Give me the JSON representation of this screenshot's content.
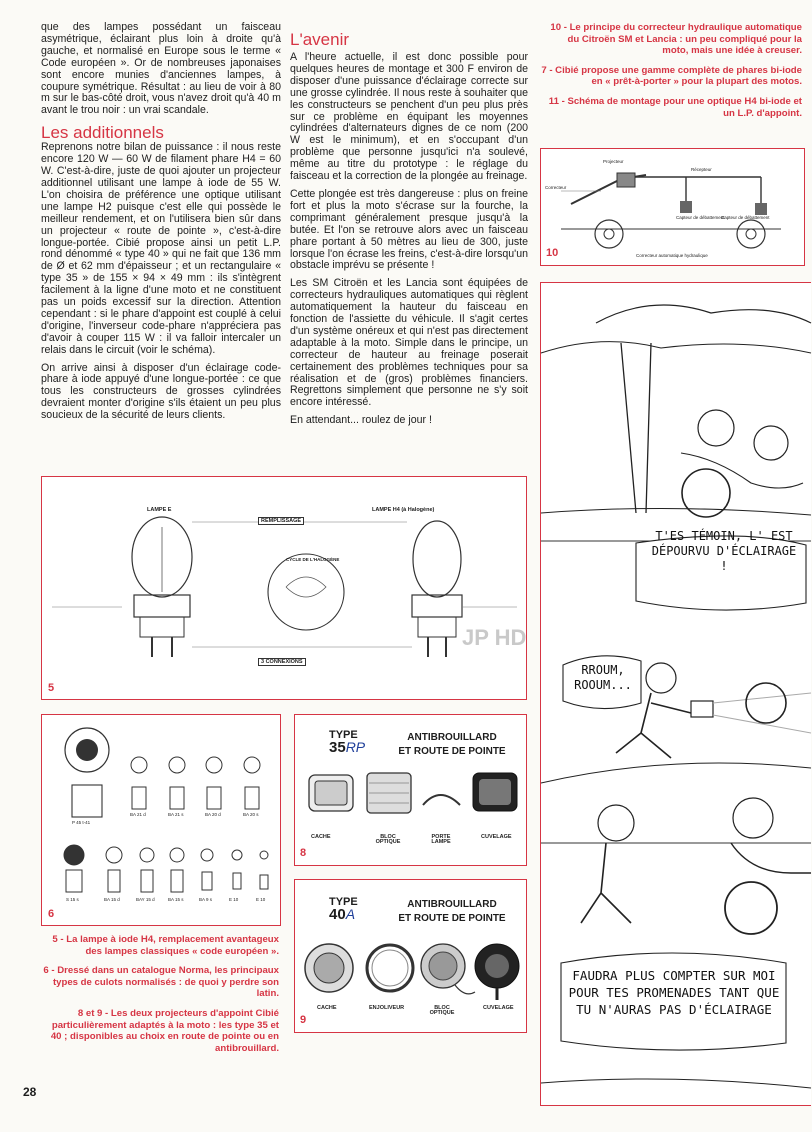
{
  "left_column": {
    "p1": "que des lampes possédant un faisceau asymétrique, éclairant plus loin à droite qu'à gauche, et normalisé en Europe sous le terme « Code européen ». Or de nombreuses japonaises sont encore munies d'anciennes lampes, à coupure symétrique. Résultat : au lieu de voir à 80 m sur le bas-côté droit, vous n'avez droit qu'à 40 m avant le trou noir : un vrai scandale.",
    "heading": "Les additionnels",
    "p2": "Reprenons notre bilan de puissance : il nous reste encore 120 W — 60 W de filament phare H4 = 60 W. C'est-à-dire, juste de quoi ajouter un projecteur additionnel utilisant une lampe à iode de 55 W. L'on choisira de préférence une optique utilisant une lampe H2 puisque c'est elle qui possède le meilleur rendement, et on l'utilisera bien sûr dans un projecteur « route de pointe », c'est-à-dire longue-portée. Cibié propose ainsi un petit L.P. rond dénommé « type 40 » qui ne fait que 136 mm de Ø et 62 mm d'épaisseur ; et un rectangulaire « type 35 » de 155 × 94 × 49 mm : ils s'intègrent facilement à la ligne d'une moto et ne constituent pas un poids excessif sur la direction. Attention cependant : si le phare d'appoint est couplé à celui d'origine, l'inverseur code-phare n'appréciera pas d'avoir à couper 115 W : il va falloir intercaler un relais dans le circuit (voir le schéma).",
    "p3": "On arrive ainsi à disposer d'un éclairage code-phare à iode appuyé d'une longue-portée : ce que tous les constructeurs de grosses cylindrées devraient monter d'origine s'ils étaient un peu plus soucieux de la sécurité de leurs clients."
  },
  "mid_column": {
    "heading": "L'avenir",
    "p1": "A l'heure actuelle, il est donc possible pour quelques heures de montage et 300 F environ de disposer d'une puissance d'éclairage correcte sur une grosse cylindrée. Il nous reste à souhaiter que les constructeurs se penchent d'un peu plus près sur ce problème en équipant les moyennes cylindrées d'alternateurs dignes de ce nom (200 W est le minimum), et en s'occupant d'un problème que personne jusqu'ici n'a soulevé, même au titre du prototype : le réglage du faisceau et la correction de la plongée au freinage.",
    "p2": "Cette plongée est très dangereuse : plus on freine fort et plus la moto s'écrase sur la fourche, la comprimant généralement presque jusqu'à la butée. Et l'on se retrouve alors avec un faisceau phare portant à 50 mètres au lieu de 300, juste lorsque l'on écrase les freins, c'est-à-dire lorsqu'un obstacle imprévu se présente !",
    "p3": "Les SM Citroën et les Lancia sont équipées de correcteurs hydrauliques automatiques qui règlent automatiquement la hauteur du faisceau en fonction de l'assiette du véhicule. Il s'agit certes d'un système onéreux et qui n'est pas directement adaptable à la moto. Simple dans le principe, un correcteur de hauteur au freinage poserait certainement des problèmes techniques pour sa réalisation et de (gros) problèmes financiers. Regrettons simplement que personne ne s'y soit encore intéressé.",
    "p4": "En attendant... roulez de jour !"
  },
  "captions_top": [
    "10 - Le principe du correcteur hydraulique automatique du Citroën SM et Lancia : un peu compliqué pour la moto, mais une idée à creuser.",
    "7 - Cibié propose une gamme complète de phares bi-iode en « prêt-à-porter » pour la plupart des motos.",
    "11 - Schéma de montage pour une optique H4 bi-iode et un L.P. d'appoint."
  ],
  "captions_bottom": [
    "5 - La lampe à iode H4, remplacement avantageux des lampes classiques « code européen ».",
    "6 - Dressé dans un catalogue Norma, les principaux types de culots normalisés : de quoi y perdre son latin.",
    "8 et 9 - Les deux projecteurs d'appoint Cibié particulièrement adaptés à la moto : les type 35 et 40 ; disponibles au choix en route de pointe ou en antibrouillard."
  ],
  "fig5": {
    "number": "5",
    "lamp_e": "LAMPE E",
    "lamp_h4": "LAMPE H4 (à Halogène)",
    "remplissage": "REMPLISSAGE",
    "connexions": "3 CONNEXIONS",
    "cycle": "CYCLE DE L'HALOGÈNE"
  },
  "fig6": {
    "number": "6",
    "row1": [
      "P 45 t-41",
      "BA 21 d",
      "BA 21 s",
      "BA 20 d",
      "BA 20 s"
    ],
    "row2": [
      "S 15 s",
      "BA 15 d",
      "BAY 15 d",
      "BA 15 s",
      "BA 9 s",
      "E 10",
      "E 10"
    ]
  },
  "fig8": {
    "number": "8",
    "type_word": "TYPE",
    "type_num": "35",
    "type_hand": "RP",
    "title1": "ANTIBROUILLARD",
    "title2": "ET ROUTE DE POINTE",
    "parts": [
      "CACHE",
      "BLOC OPTIQUE",
      "PORTE LAMPE",
      "CUVELAGE"
    ]
  },
  "fig9": {
    "number": "9",
    "type_word": "TYPE",
    "type_num": "40",
    "type_hand": "A",
    "title1": "ANTIBROUILLARD",
    "title2": "ET ROUTE DE POINTE",
    "parts": [
      "CACHE",
      "ENJOLIVEUR",
      "BLOC OPTIQUE",
      "CUVELAGE"
    ]
  },
  "fig10": {
    "number": "10"
  },
  "cartoon": {
    "bubble1": "T'ES TÉMOIN, L' EST DÉPOURVU D'ÉCLAIRAGE !",
    "bubble2": "RROUM, ROOUM...",
    "bubble3": "FAUDRA PLUS COMPTER SUR MOI POUR TES PROMENADES TANT QUE TU N'AURAS PAS D'ÉCLAIRAGE",
    "watermark": "JP HD"
  },
  "page_number": "28",
  "colors": {
    "accent": "#d63544",
    "paper": "#fbfaf6",
    "ink": "#1d1d1d"
  }
}
